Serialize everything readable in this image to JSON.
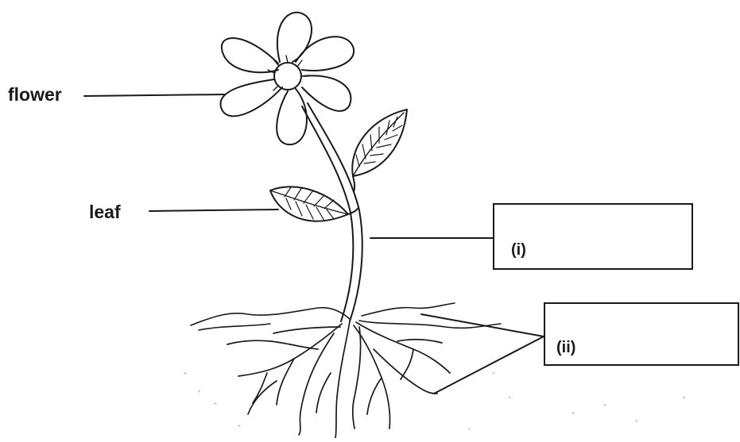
{
  "labels": {
    "flower": "flower",
    "leaf": "leaf"
  },
  "boxes": {
    "stem": "(i)",
    "roots": "(ii)"
  },
  "colors": {
    "ink": "#1a1a1a",
    "background": "#ffffff"
  }
}
